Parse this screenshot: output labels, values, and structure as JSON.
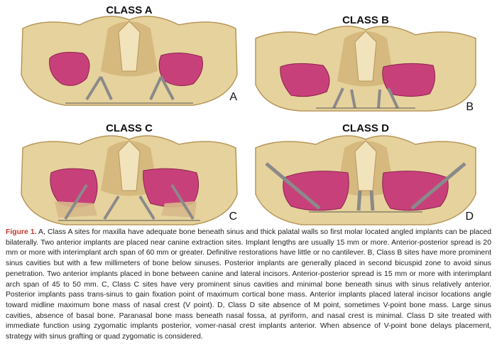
{
  "panels": [
    {
      "title": "CLASS A",
      "letter": "A"
    },
    {
      "title": "CLASS B",
      "letter": "B"
    },
    {
      "title": "CLASS C",
      "letter": "C"
    },
    {
      "title": "CLASS D",
      "letter": "D"
    }
  ],
  "caption": {
    "label": "Figure 1.",
    "text": " A, Class A sites for maxilla have adequate bone beneath sinus and thick palatal walls so first molar located angled implants can be placed bilaterally. Two anterior implants are placed near canine extraction sites. Implant lengths are usually 15 mm or more. Anterior-posterior spread is 20 mm or more with interimplant arch span of 60 mm or greater. Definitive restorations have little or no cantilever. B, Class B sites have more prominent sinus cavities but with a few millimeters of bone below sinuses. Posterior implants are generally placed in second bicuspid zone to avoid sinus penetration. Two anterior implants placed in bone between canine and lateral incisors. Anterior-posterior spread is 15 mm or more with interimplant arch span of 45 to 50 mm. C, Class C sites have very prominent sinus cavities and minimal bone beneath sinus with sinus relatively anterior. Posterior implants pass trans-sinus to gain fixation point of maximum cortical bone mass. Anterior implants placed lateral incisor locations angle toward midline maximum bone mass of nasal crest (V point). D, Class D site absence of M point, sometimes V-point bone mass. Large sinus cavities, absence of basal bone. Paranasal bone mass beneath nasal fossa, at pyriform, and nasal crest is minimal. Class D site treated with immediate function using zygomatic implants posterior, vomer-nasal crest implants anterior. When absence of V-point bone delays placement, strategy with sinus grafting or quad zygomatic is considered."
  },
  "colors": {
    "bone": "#e6d29c",
    "bone_shadow": "#c9a96a",
    "sinus": "#c8407a",
    "implant": "#8a8a8a",
    "caption_label": "#c0392b"
  }
}
